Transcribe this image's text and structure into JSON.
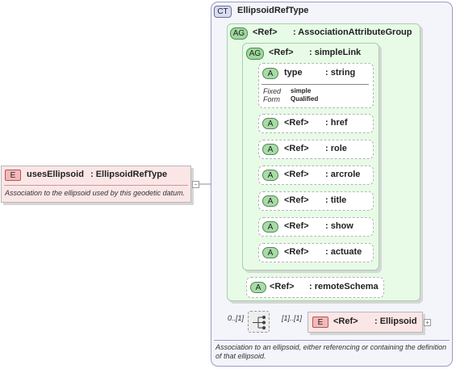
{
  "complex_type": {
    "badge": "CT",
    "name": "EllipsoidRefType"
  },
  "attr_group": {
    "badge": "AG",
    "ref": "<Ref>",
    "name": ": AssociationAttributeGroup"
  },
  "simple_link": {
    "badge": "AG",
    "ref": "<Ref>",
    "name": ": simpleLink"
  },
  "type_attr": {
    "badge": "A",
    "name": "type",
    "type": ": string",
    "fixed_key": "Fixed",
    "fixed_val": "simple",
    "form_key": "Form",
    "form_val": "Qualified"
  },
  "attributes": [
    {
      "badge": "A",
      "ref": "<Ref>",
      "name": ": href"
    },
    {
      "badge": "A",
      "ref": "<Ref>",
      "name": ": role"
    },
    {
      "badge": "A",
      "ref": "<Ref>",
      "name": ": arcrole"
    },
    {
      "badge": "A",
      "ref": "<Ref>",
      "name": ": title"
    },
    {
      "badge": "A",
      "ref": "<Ref>",
      "name": ": show"
    },
    {
      "badge": "A",
      "ref": "<Ref>",
      "name": ": actuate"
    }
  ],
  "remote_schema": {
    "badge": "A",
    "ref": "<Ref>",
    "name": ": remoteSchema"
  },
  "element": {
    "badge": "E",
    "name": "usesEllipsoid",
    "type": ": EllipsoidRefType",
    "doc": "Association to the ellipsoid used by this geodetic datum."
  },
  "sequence": {
    "outer_card": "0..[1]",
    "inner_card": "[1]..[1]"
  },
  "child": {
    "badge": "E",
    "ref": "<Ref>",
    "name": ": Ellipsoid"
  },
  "ct_doc": "Association to an ellipsoid, either referencing or containing the definition of that ellipsoid.",
  "colors": {
    "ct_bg": "#f4f4fb",
    "group_bg": "#e7fbe7",
    "element_bg": "#fbe6e6",
    "border": "#9a9cc4"
  }
}
